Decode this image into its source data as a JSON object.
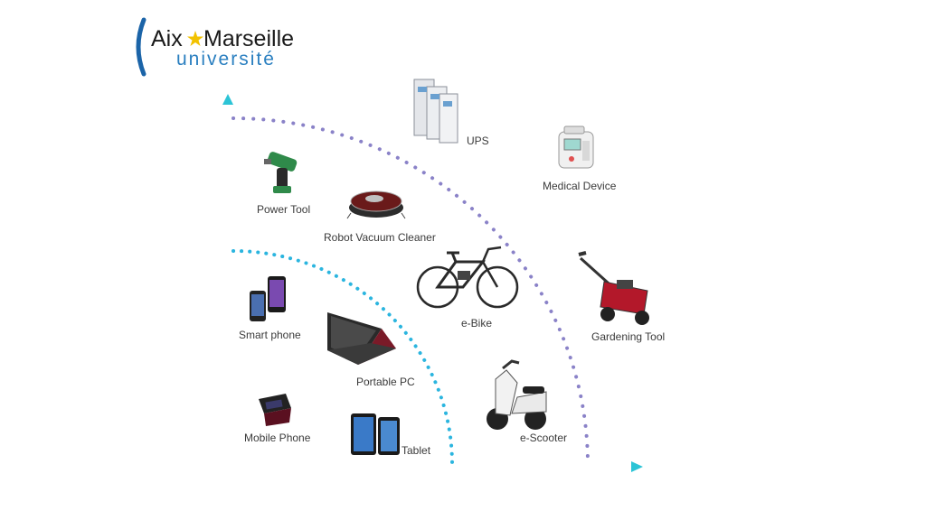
{
  "brand": {
    "name_part1": "Aix",
    "name_part2": "Marseille",
    "subtitle": "université"
  },
  "colors": {
    "axis": "#2cc4d6",
    "axis_x_start": "#36c46a",
    "inner_arc": "#2bb5df",
    "outer_arc": "#8a82c8",
    "brand_blue": "#1b64a8",
    "star": "#f2c200"
  },
  "devices": [
    {
      "id": "ups",
      "label": "UPS",
      "icon": "ups-icon"
    },
    {
      "id": "medical-device",
      "label": "Medical Device",
      "icon": "medical-device-icon"
    },
    {
      "id": "power-tool",
      "label": "Power Tool",
      "icon": "drill-icon"
    },
    {
      "id": "robot-vacuum",
      "label": "Robot Vacuum Cleaner",
      "icon": "robot-vacuum-icon"
    },
    {
      "id": "e-bike",
      "label": "e-Bike",
      "icon": "bicycle-icon"
    },
    {
      "id": "gardening-tool",
      "label": "Gardening Tool",
      "icon": "lawn-mower-icon"
    },
    {
      "id": "smart-phone",
      "label": "Smart phone",
      "icon": "smartphone-icon"
    },
    {
      "id": "portable-pc",
      "label": "Portable PC",
      "icon": "laptop-icon"
    },
    {
      "id": "mobile-phone",
      "label": "Mobile Phone",
      "icon": "flip-phone-icon"
    },
    {
      "id": "tablet",
      "label": "Tablet",
      "icon": "tablet-icon"
    },
    {
      "id": "e-scooter",
      "label": "e-Scooter",
      "icon": "scooter-icon"
    }
  ]
}
